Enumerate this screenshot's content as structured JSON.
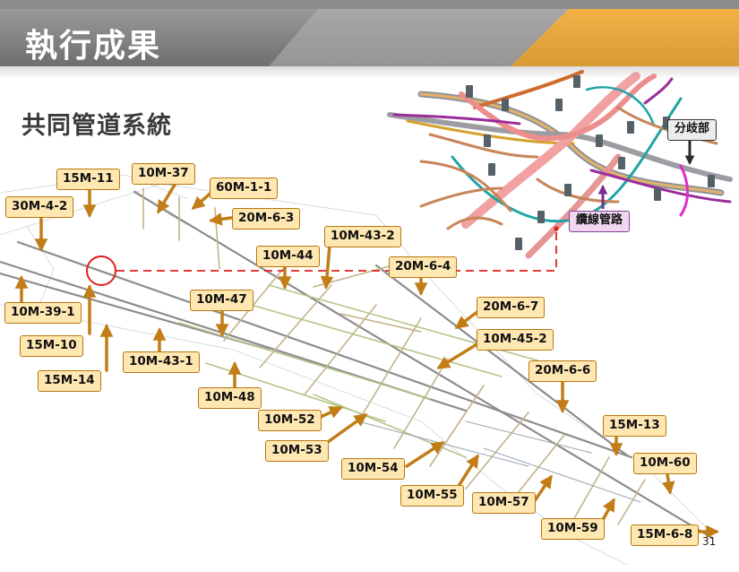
{
  "header": {
    "title": "執行成果"
  },
  "section": {
    "subtitle": "共同管道系統"
  },
  "callouts": {
    "branch": "分歧部",
    "cable_route": "纜線管路"
  },
  "page_number": "31",
  "labels": {
    "m15_11": "15M-11",
    "m10_37": "10M-37",
    "m60_1_1": "60M-1-1",
    "m30_4_2": "30M-4-2",
    "m20_6_3": "20M-6-3",
    "m10_43_2": "10M-43-2",
    "m10_44": "10M-44",
    "m20_6_4": "20M-6-4",
    "m10_39_1": "10M-39-1",
    "m10_47": "10M-47",
    "m20_6_7": "20M-6-7",
    "m15_10": "15M-10",
    "m10_45_2": "10M-45-2",
    "m10_43_1": "10M-43-1",
    "m15_14": "15M-14",
    "m20_6_6": "20M-6-6",
    "m10_48": "10M-48",
    "m10_52": "10M-52",
    "m15_13": "15M-13",
    "m10_53": "10M-53",
    "m10_60": "10M-60",
    "m10_54": "10M-54",
    "m10_55": "10M-55",
    "m10_57": "10M-57",
    "m10_59": "10M-59",
    "m15_6_8": "15M-6-8"
  },
  "colors": {
    "label_fill": "#ffe7b2",
    "label_border": "#b8770f",
    "arrow": "#c27d17",
    "highlight": "#e02020",
    "cable_route": "#8a3f9c"
  }
}
